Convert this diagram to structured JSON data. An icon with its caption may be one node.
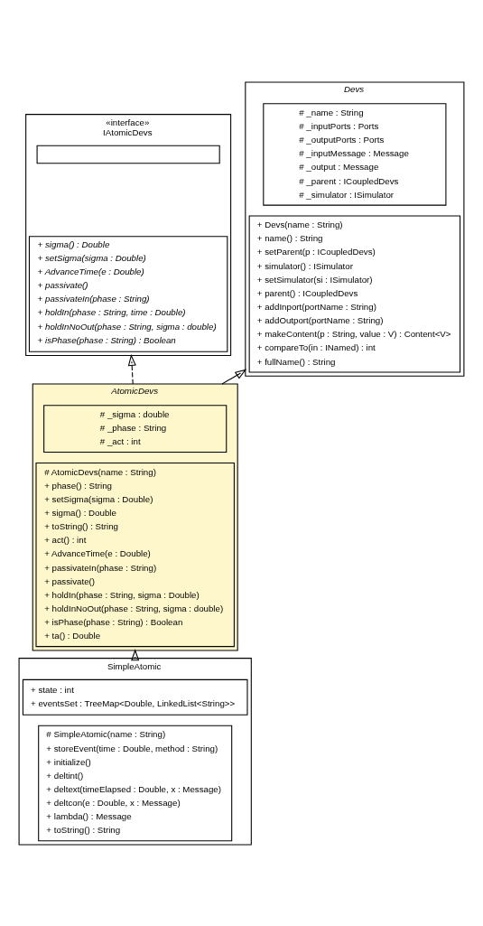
{
  "diagram": {
    "nodes": [
      {
        "text": [
          "«interface»",
          "IAtomicDevs"
        ]
      },
      {
        "text": [],
        "shape": "box",
        "in": 0
      },
      {
        "text": [
          "+ sigma() : Double",
          "+ setSigma(sigma : Double)",
          "+ AdvanceTime(e : Double)",
          "+ passivate()",
          "+ passivateIn(phase : String)",
          "+ holdIn(phase : String, time : Double)",
          "+ holdInNoOut(phase : String, sigma : double)",
          "+ isPhase(phase : String) : Boolean"
        ],
        "in": 0
      },
      {
        "text": [
          "Devs"
        ]
      },
      {
        "text": [
          "# _name : String",
          "# _inputPorts : Ports",
          "# _outputPorts : Ports",
          "# _inputMessage : Message",
          "# _output : Message",
          "# _parent : ICoupledDevs",
          "# _simulator : ISimulator"
        ],
        "in": 3
      },
      {
        "text": [
          "+ Devs(name : String)",
          "+ name() : String",
          "+ setParent(p : ICoupledDevs)",
          "+ simulator() : ISimulator",
          "+ setSimulator(si : ISimulator)",
          "+ parent() : ICoupledDevs",
          "+ addInport(portName : String)",
          "+ addOutport(portName : String)",
          "+ makeContent(p : String, value : V) : Content<V>",
          "+ compareTo(in : INamed) : int",
          "+ fullName() : String"
        ],
        "in": 3
      },
      {
        "text": [
          "AtomicDevs"
        ]
      },
      {
        "text": [
          "# _sigma : double",
          "# _phase : String",
          "# _act : int"
        ],
        "in": 6
      },
      {
        "text": [
          "# AtomicDevs(name : String)",
          "+ phase() : String",
          "+ setSigma(sigma : Double)",
          "+ sigma() : Double",
          "+ toString() : String",
          "+ act() : int",
          "+ AdvanceTime(e : Double)",
          "+ passivateIn(phase : String)",
          "+ passivate()",
          "+ holdIn(phase : String, sigma : Double)",
          "+ holdInNoOut(phase : String, sigma : double)",
          "+ isPhase(phase : String) : Boolean",
          "+ ta() : Double"
        ],
        "in": 6
      },
      {
        "text": [
          "SimpleAtomic"
        ]
      },
      {
        "text": [
          "+ state : int",
          "+ eventsSet : TreeMap<Double, LinkedList<String>>"
        ],
        "in": 9
      },
      {
        "text": [
          "# SimpleAtomic(name : String)",
          "+ storeEvent(time : Double, method : String)",
          "+ initialize()",
          "+ deltint()",
          "+ deltext(timeElapsed : Double, x : Message)",
          "+ deltcon(e : Double, x : Message)",
          "+ lambda() : Message",
          "+ toString() : String"
        ],
        "in": 9
      }
    ],
    "edges": [
      {
        "from": 6,
        "to": 0,
        "arrow": "to",
        "style": "dashed"
      },
      {
        "from": 6,
        "to": 3,
        "arrow": "to"
      },
      {
        "from": 9,
        "to": 6,
        "arrow": "to"
      }
    ]
  }
}
